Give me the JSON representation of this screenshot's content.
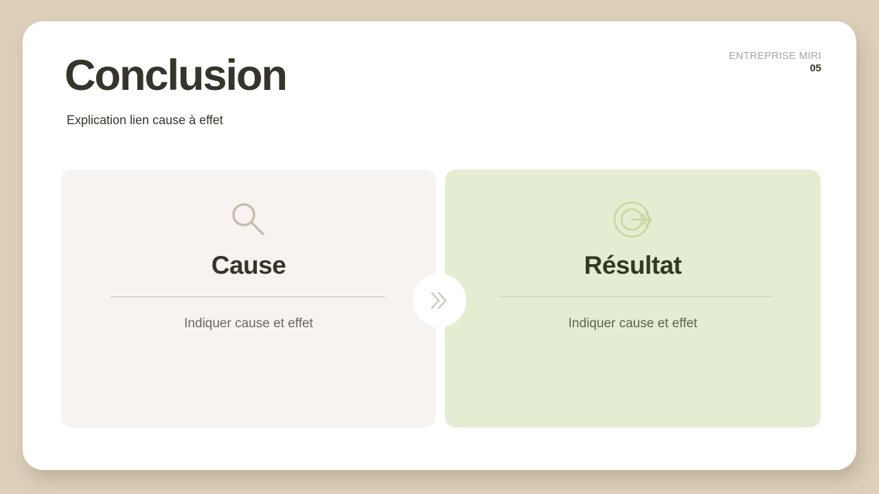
{
  "header": {
    "title": "Conclusion",
    "subtitle": "Explication lien cause à effet",
    "company": "ENTREPRISE MIRI",
    "page_number": "05"
  },
  "cards": [
    {
      "title": "Cause",
      "text": "Indiquer cause et effet",
      "icon": "magnifier-icon"
    },
    {
      "title": "Résultat",
      "text": "Indiquer cause et effet",
      "icon": "target-icon"
    }
  ],
  "connector": {
    "icon": "double-chevron-right-icon"
  },
  "colors": {
    "background": "#ddd0bb",
    "slide": "#ffffff",
    "cause_card": "#f6f3f0",
    "result_card": "#e4edd2",
    "text_dark": "#37342b",
    "muted": "#a9a59e",
    "cause_icon": "#c8bcae",
    "result_icon": "#c7d59f"
  }
}
